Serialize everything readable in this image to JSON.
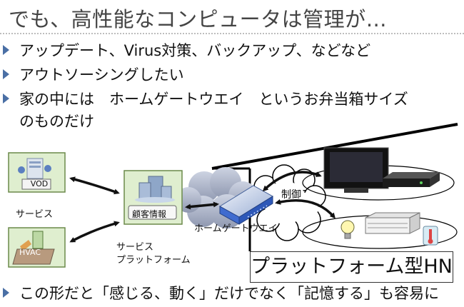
{
  "title": "でも、高性能なコンピュータは管理が…",
  "bullets": [
    "アップデート、Virus対策、バックアップ、などなど",
    "アウトソーシングしたい",
    "家の中には　ホームゲートウエイ　というお弁当箱サイズ",
    "この形だと「感じる、動く」だけでなく「記憶する」も容易に"
  ],
  "bullet_continuation": "のものだけ",
  "diagram": {
    "vod_label": "VOD",
    "hvac_label": "HVAC",
    "services_label": "サービス",
    "customer_info_label": "顧客情報",
    "platform_label_line1": "サービス",
    "platform_label_line2": "プラットフォーム",
    "gateway_label": "ホームゲートウエイ",
    "control_label": "制御",
    "platform_hn_label": "プラットフォーム型HN"
  },
  "colors": {
    "bullet_marker": "#4a6fa5",
    "service_box": "#dfeecf",
    "title_text": "#444444"
  }
}
